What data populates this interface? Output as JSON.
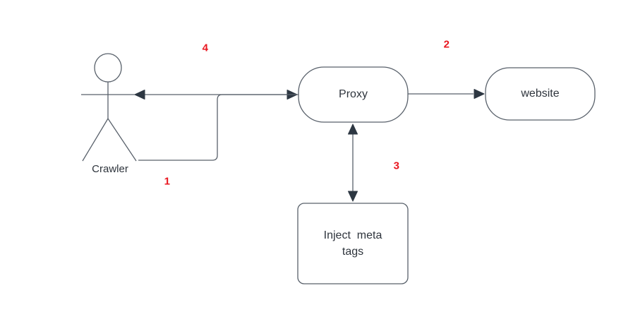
{
  "colors": {
    "stroke_color": "#59616b",
    "arrow_fill": "#2d3742",
    "text_color": "#2e343c",
    "step_red": "#e9161f",
    "canvas_bg": "#ffffff"
  },
  "nodes": {
    "crawler": {
      "type": "actor",
      "label": "Crawler"
    },
    "proxy": {
      "type": "terminator",
      "label": "Proxy"
    },
    "website": {
      "type": "terminator",
      "label": "website"
    },
    "inject_meta_tags": {
      "type": "rounded-rectangle",
      "label_lines": [
        "Inject  meta",
        "tags"
      ]
    }
  },
  "edges": [
    {
      "step": "1",
      "from": "crawler",
      "to": "proxy",
      "arrows": "forward"
    },
    {
      "step": "2",
      "from": "proxy",
      "to": "website",
      "arrows": "forward"
    },
    {
      "step": "3",
      "from": "proxy",
      "to": "inject_meta_tags",
      "arrows": "both"
    },
    {
      "step": "4",
      "from": "proxy",
      "to": "crawler",
      "arrows": "forward"
    }
  ]
}
